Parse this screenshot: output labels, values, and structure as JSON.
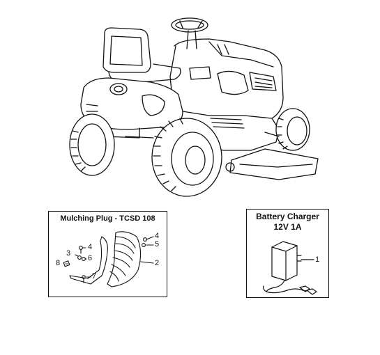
{
  "mower": {
    "description_icon": "riding-mower-icon"
  },
  "mulching_panel": {
    "title": "Mulching Plug - TCSD 108",
    "callouts": [
      "4",
      "3",
      "6",
      "8",
      "7",
      "4",
      "5",
      "2"
    ]
  },
  "charger_panel": {
    "title_line1": "Battery Charger",
    "title_line2": "12V 1A",
    "callouts": [
      "1"
    ]
  }
}
